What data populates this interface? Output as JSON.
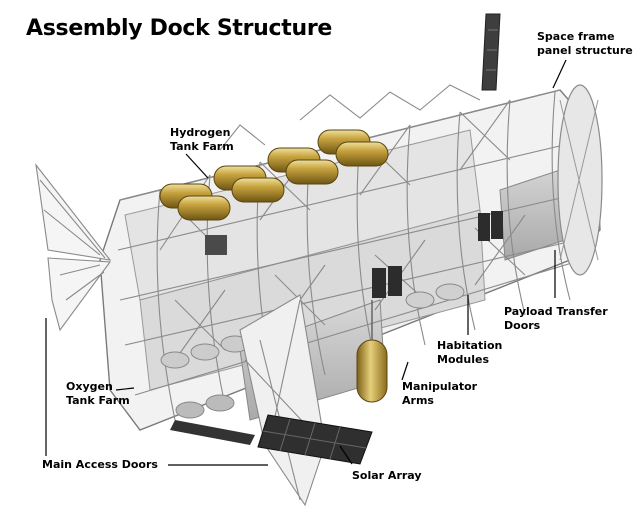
{
  "title": "Assembly Dock Structure",
  "labels": {
    "space_frame": [
      "Space frame",
      "panel structure"
    ],
    "hydrogen": [
      "Hydrogen",
      "Tank Farm"
    ],
    "payload": [
      "Payload Transfer",
      "Doors"
    ],
    "habitation": [
      "Habitation",
      "Modules"
    ],
    "oxygen": [
      "Oxygen",
      "Tank Farm"
    ],
    "manipulator": [
      "Manipulator",
      "Arms"
    ],
    "main_access": [
      "Main Access Doors"
    ],
    "solar": [
      "Solar Array"
    ]
  },
  "colors": {
    "frame": "#8a8a8a",
    "frame_dark": "#5a5a5a",
    "panel": "#cfcfcf",
    "tank_gold": "#b8962e",
    "tank_highlight": "#e6cf7a",
    "solar": "#3a3a3a",
    "leader": "#000000"
  }
}
